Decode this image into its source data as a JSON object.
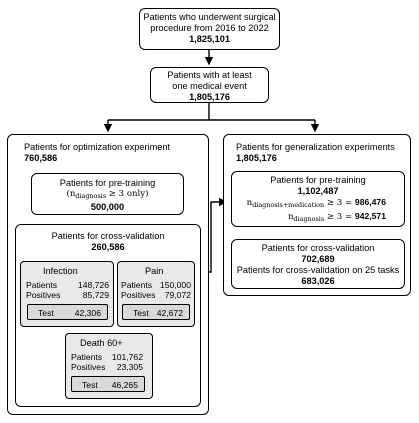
{
  "top": {
    "line1": "Patients who underwent surgical",
    "line2": "procedure from 2016 to 2022",
    "count": "1,825,101"
  },
  "medical": {
    "line1": "Patients with at least",
    "line2": "one medical event",
    "count": "1,805,176"
  },
  "optimization": {
    "title": "Patients for optimization experiment",
    "count": "760,586",
    "pretraining": {
      "title": "Patients for pre-training",
      "cond_var": "n",
      "cond_sub": "diagnosis",
      "cond_rest": " ≥ 3 only)",
      "count": "500,000"
    },
    "crossval": {
      "title": "Patients for cross-validation",
      "count": "260,586",
      "infection": {
        "title": "Infection",
        "patients_label": "Patients",
        "patients": "148,726",
        "positives_label": "Positives",
        "positives": "85,729",
        "test_label": "Test",
        "test": "42,306"
      },
      "pain": {
        "title": "Pain",
        "patients_label": "Patients",
        "patients": "150,000",
        "positives_label": "Positives",
        "positives": "79,072",
        "test_label": "Test",
        "test": "42,672"
      },
      "death": {
        "title": "Death 60+",
        "patients_label": "Patients",
        "patients": "101,762",
        "positives_label": "Positives",
        "positives": "23,305",
        "test_label": "Test",
        "test": "46,265"
      }
    }
  },
  "generalization": {
    "title": "Patients for generalization experiments",
    "count": "1,805,176",
    "pretraining": {
      "title": "Patients for pre-training",
      "count": "1,102,487",
      "cond1_var": "n",
      "cond1_sub": "diagnosis+medication",
      "cond1_op": " ≥ 3 = ",
      "cond1_count": "986,476",
      "cond2_var": "n",
      "cond2_sub": "diagnosis",
      "cond2_op": " ≥ 3 = ",
      "cond2_count": "942,571"
    },
    "crossval": {
      "title": "Patients for cross-validation",
      "count": "702,689",
      "tasks_label": "Patients for cross-validation on 25 tasks",
      "tasks_count": "683,026"
    }
  }
}
